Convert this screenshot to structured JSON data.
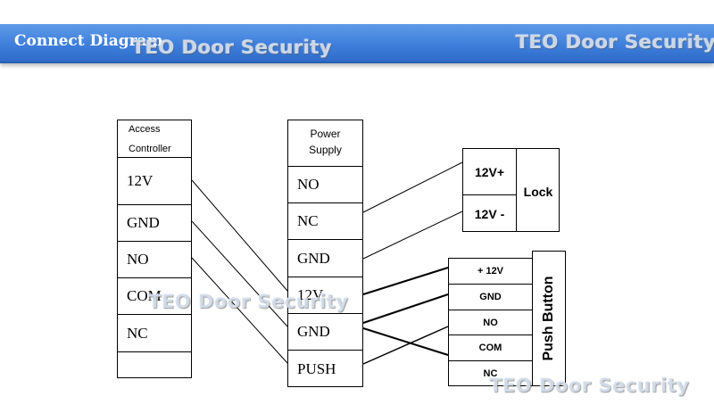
{
  "header": {
    "title": "Connect Diagram",
    "watermark": "TEO Door Security"
  },
  "access_controller": {
    "title_line1": "Access",
    "title_line2": "Controller",
    "terminals": [
      "12V",
      "GND",
      "NO",
      "COM",
      "NC",
      ""
    ]
  },
  "power_supply": {
    "title_line1": "Power",
    "title_line2": "Supply",
    "terminals": [
      "NO",
      "NC",
      "GND",
      "12V",
      "GND",
      "PUSH"
    ]
  },
  "lock": {
    "label": "Lock",
    "terminals": [
      "12V+",
      "12V -"
    ]
  },
  "push_button": {
    "label": "Push Button",
    "terminals": [
      "+ 12V",
      "GND",
      "NO",
      "COM",
      "NC"
    ]
  }
}
